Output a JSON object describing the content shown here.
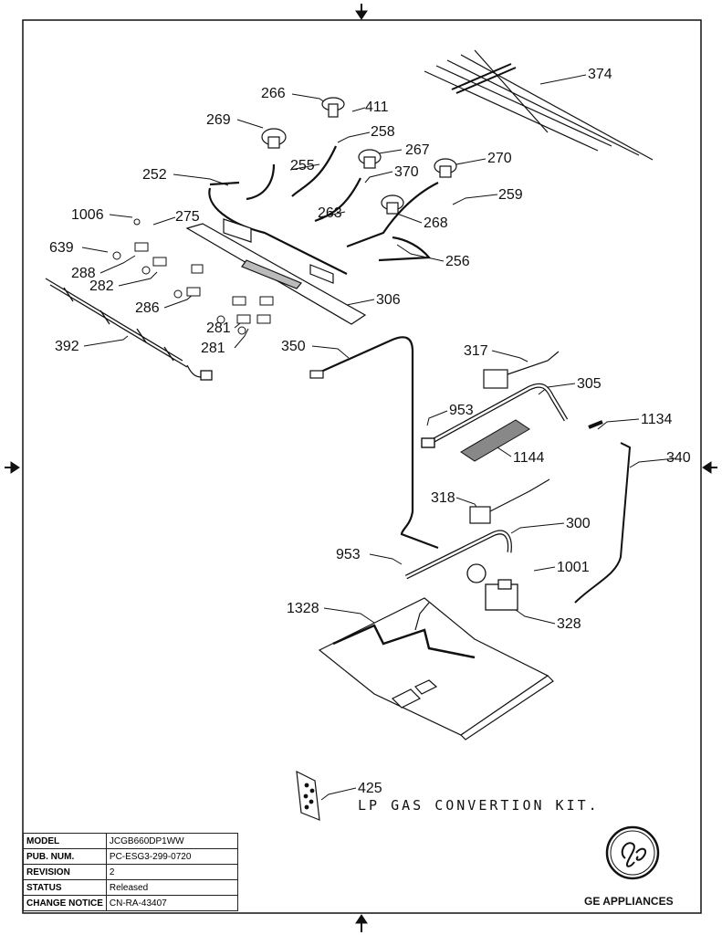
{
  "diagram": {
    "callouts": [
      "374",
      "266",
      "411",
      "269",
      "258",
      "267",
      "270",
      "252",
      "255",
      "370",
      "259",
      "1006",
      "275",
      "263",
      "268",
      "639",
      "256",
      "288",
      "282",
      "306",
      "286",
      "281",
      "281",
      "392",
      "350",
      "317",
      "305",
      "953",
      "1134",
      "1144",
      "340",
      "318",
      "300",
      "953",
      "1001",
      "1328",
      "328",
      "425"
    ],
    "kit_note": "LP GAS CONVERTION KIT."
  },
  "info_table": {
    "rows": [
      {
        "key": "MODEL",
        "value": "JCGB660DP1WW"
      },
      {
        "key": "PUB. NUM.",
        "value": "PC-ESG3-299-0720"
      },
      {
        "key": "REVISION",
        "value": "2"
      },
      {
        "key": "STATUS",
        "value": "Released"
      },
      {
        "key": "CHANGE NOTICE",
        "value": "CN-RA-43407"
      }
    ]
  },
  "brand": {
    "name": "GE APPLIANCES"
  }
}
